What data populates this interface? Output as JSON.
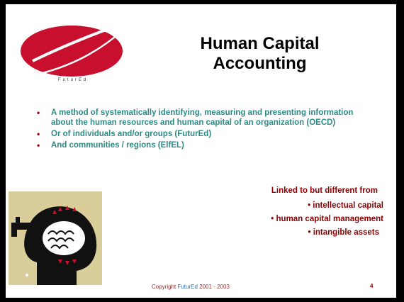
{
  "logo": {
    "text": "FuturEd"
  },
  "title": {
    "line1": "Human Capital",
    "line2": "Accounting"
  },
  "bullets": [
    "A method of systematically identifying, measuring and presenting information about the human resources and human capital of an organization (OECD)",
    "Or of individuals and/or groups (FuturEd)",
    "And communities / regions (ElfEL)"
  ],
  "linked": {
    "heading": "Linked to but different from",
    "items": [
      "intellectual capital",
      "human capital management",
      "intangible assets"
    ]
  },
  "footer": {
    "prefix": "Copyright ",
    "brand": "FuturEd",
    "suffix": " 2001 - 2003"
  },
  "page_number": "4",
  "colors": {
    "bullet_text": "#2e8b84",
    "accent_red": "#8b0000",
    "logo_red": "#c8102e"
  }
}
